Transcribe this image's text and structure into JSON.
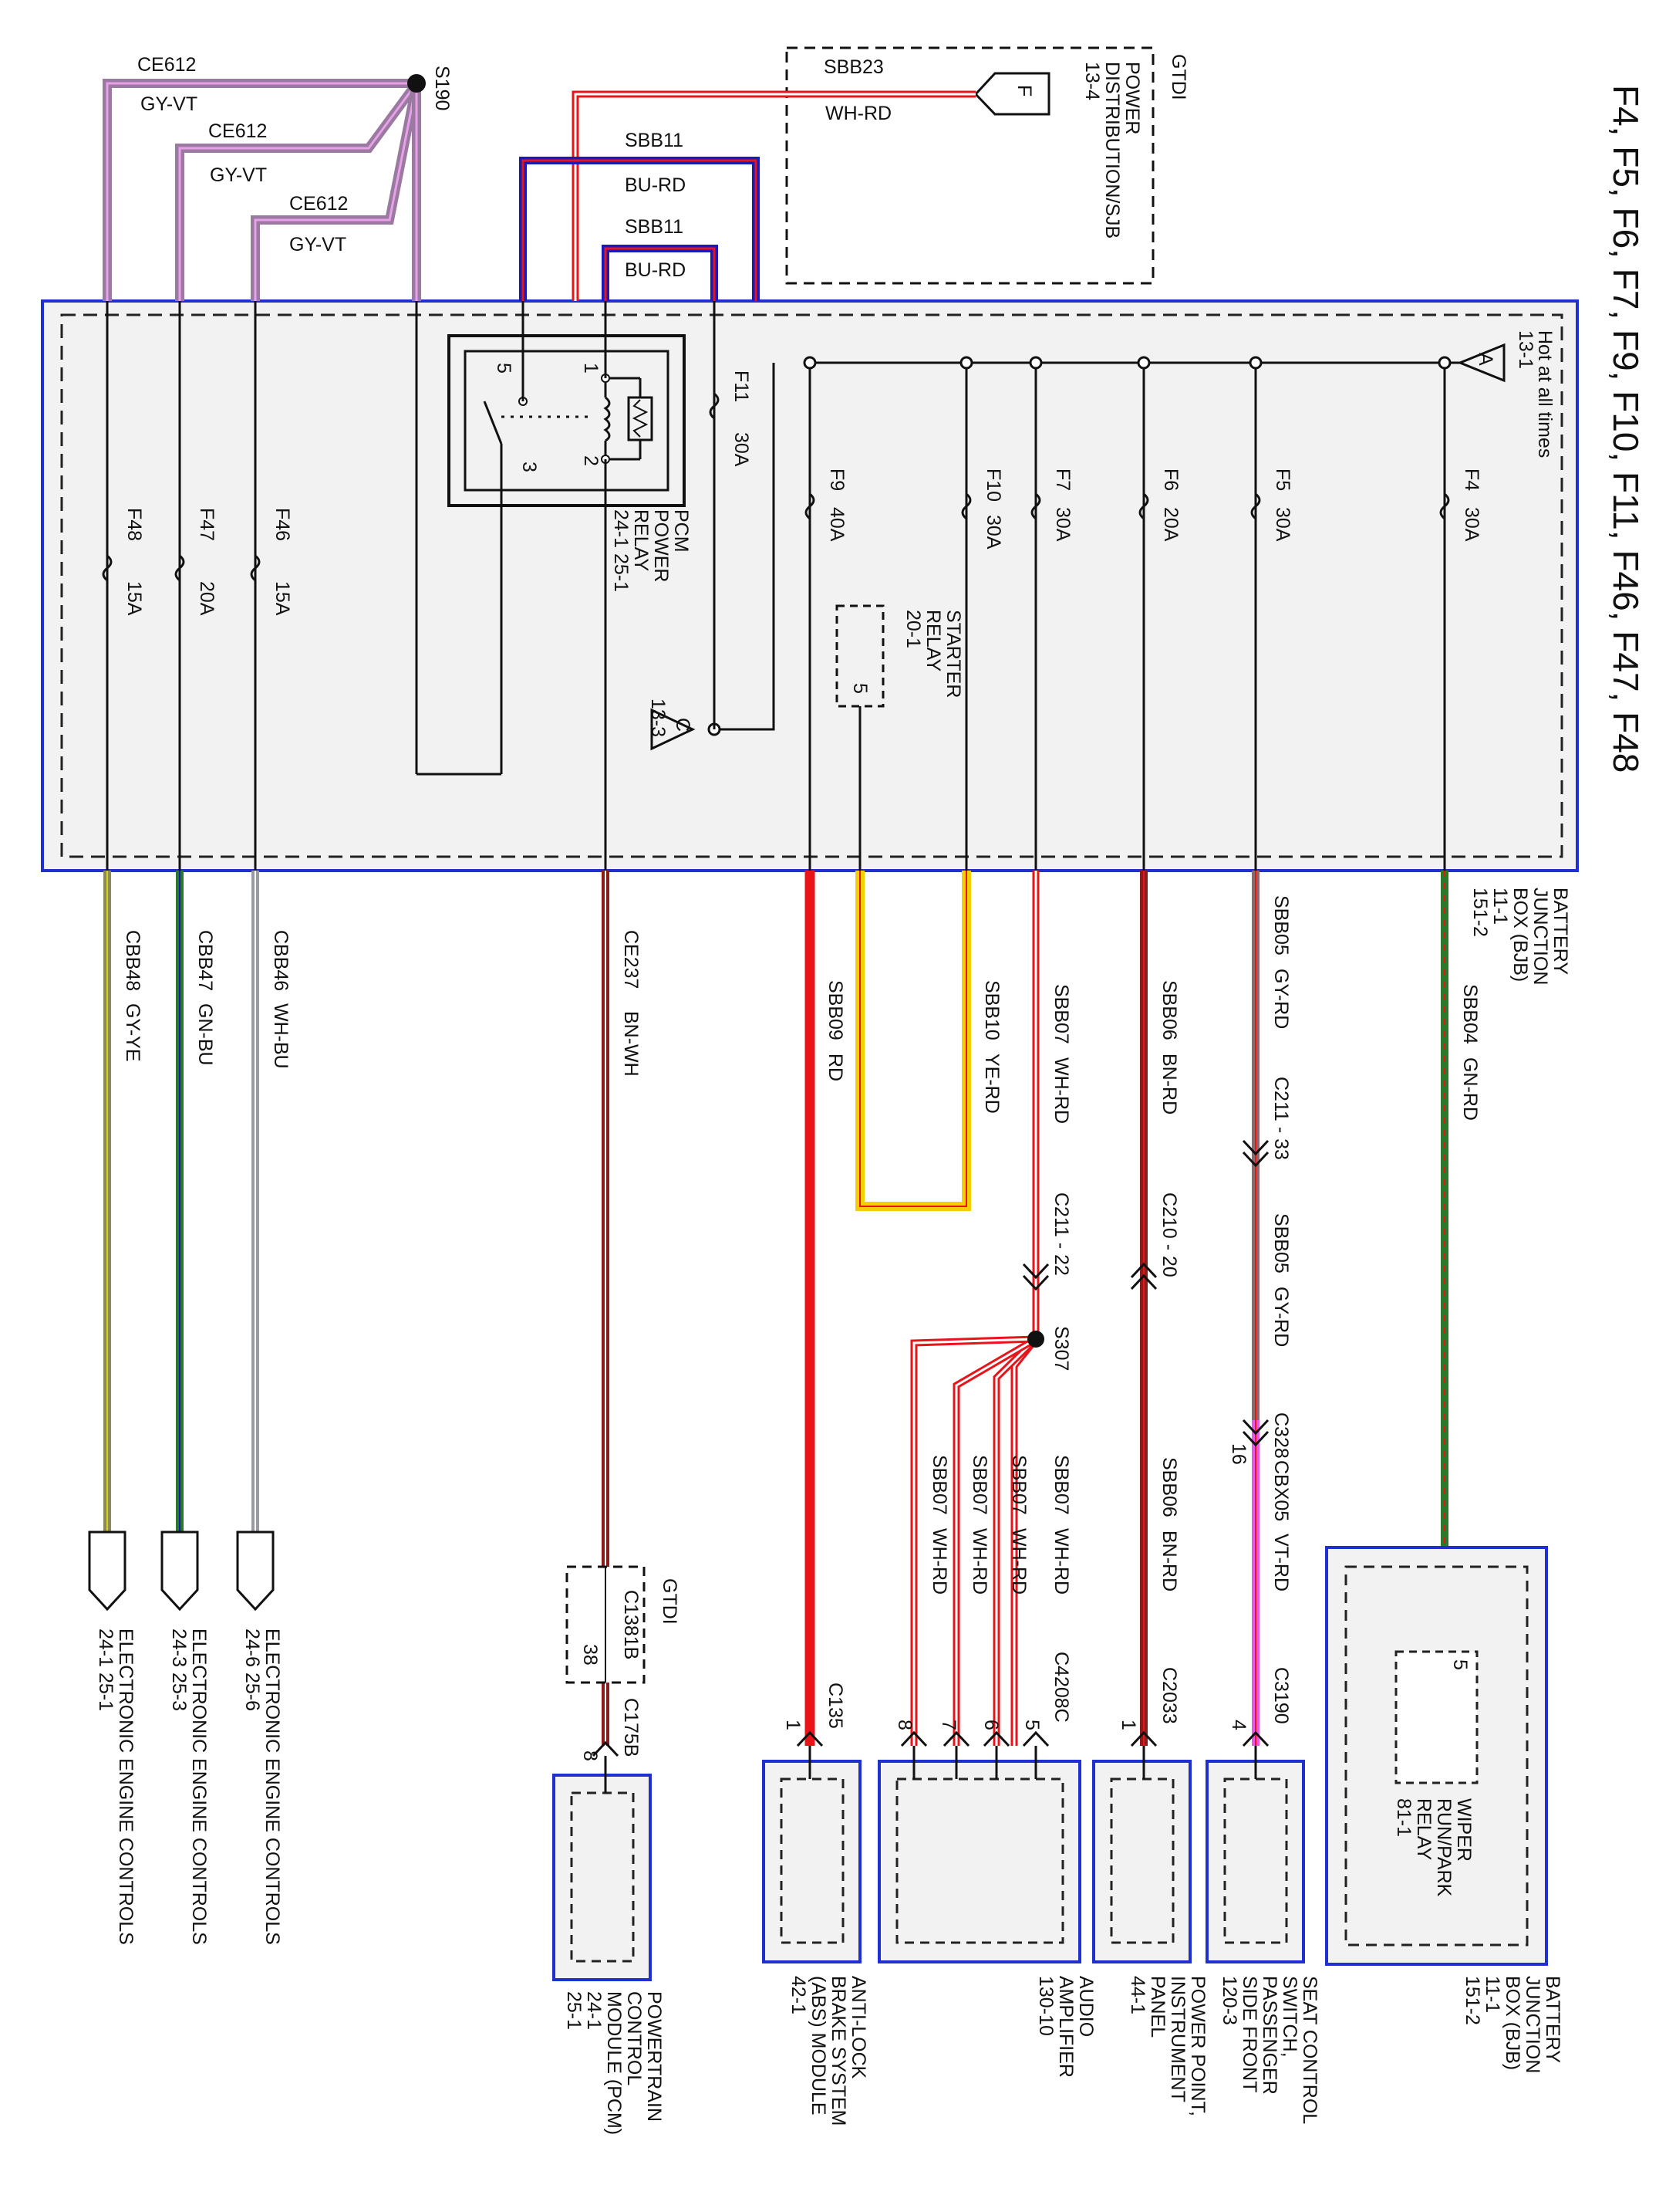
{
  "title": "F4, F5, F6, F7, F9, F10, F11, F46, F47, F48",
  "colors": {
    "page": "#ffffff",
    "box_fill": "#f2f2f2",
    "box_border": "#1f2fd0",
    "wire_black": "#111111",
    "red": "#e8141a",
    "dark_red": "#8a1c1c",
    "yellow": "#f2cf00",
    "violet": "#e67fe6",
    "green": "#2b7a2b",
    "olive": "#8a8a5c",
    "gray": "#9a9aa2",
    "blue": "#1a1ab8",
    "purple_gray": "#b08ab0"
  },
  "bjb": {
    "name_lines": [
      "BATTERY",
      "JUNCTION",
      "BOX (BJB)",
      "11-1",
      "151-2"
    ],
    "hot_label": "Hot at all times",
    "hot_ref": "13-1",
    "hot_conn": "A",
    "bus_c_conn": "C",
    "bus_c_ref": "13-3"
  },
  "fuses": [
    {
      "id": "F4",
      "amps": "30A"
    },
    {
      "id": "F5",
      "amps": "30A"
    },
    {
      "id": "F6",
      "amps": "20A"
    },
    {
      "id": "F7",
      "amps": "30A"
    },
    {
      "id": "F10",
      "amps": "30A"
    },
    {
      "id": "F9",
      "amps": "40A"
    },
    {
      "id": "F11",
      "amps": "30A"
    },
    {
      "id": "F46",
      "amps": "15A"
    },
    {
      "id": "F47",
      "amps": "20A"
    },
    {
      "id": "F48",
      "amps": "15A"
    }
  ],
  "pcm_relay": {
    "lines": [
      "PCM",
      "POWER",
      "RELAY",
      "24-1    25-1"
    ],
    "pins": [
      "1",
      "2",
      "3",
      "5"
    ]
  },
  "starter_relay": {
    "lines": [
      "STARTER",
      "RELAY",
      "20-1"
    ],
    "pin": "5"
  },
  "gtdi_top": {
    "label": "GTDI",
    "lines": [
      "POWER",
      "DISTRIBUTION/SJB",
      "13-4"
    ],
    "conn": "F"
  },
  "top_wires": [
    {
      "circuit": "SBB23",
      "color": "WH-RD"
    },
    {
      "circuit": "SBB11",
      "color": "BU-RD"
    },
    {
      "circuit": "SBB11",
      "color": "BU-RD"
    },
    {
      "circuit": "CE612",
      "color": "GY-VT"
    },
    {
      "circuit": "CE612",
      "color": "GY-VT"
    },
    {
      "circuit": "CE612",
      "color": "GY-VT"
    }
  ],
  "splices": {
    "s190": "S190",
    "s307": "S307"
  },
  "bottom_wires": [
    {
      "circuit": "SBB04",
      "color": "GN-RD"
    },
    {
      "circuit": "SBB05",
      "color": "GY-RD"
    },
    {
      "circuit": "SBB05",
      "color": "GY-RD"
    },
    {
      "circuit": "CBX05",
      "color": "VT-RD"
    },
    {
      "circuit": "SBB06",
      "color": "BN-RD"
    },
    {
      "circuit": "SBB06",
      "color": "BN-RD"
    },
    {
      "circuit": "SBB07",
      "color": "WH-RD"
    },
    {
      "circuit": "SBB07",
      "color": "WH-RD"
    },
    {
      "circuit": "SBB07",
      "color": "WH-RD"
    },
    {
      "circuit": "SBB07",
      "color": "WH-RD"
    },
    {
      "circuit": "SBB07",
      "color": "WH-RD"
    },
    {
      "circuit": "SBB10",
      "color": "YE-RD"
    },
    {
      "circuit": "SBB09",
      "color": "RD"
    },
    {
      "circuit": "CE237",
      "color": "BN-WH"
    },
    {
      "circuit": "CBB46",
      "color": "WH-BU"
    },
    {
      "circuit": "CBB47",
      "color": "GN-BU"
    },
    {
      "circuit": "CBB48",
      "color": "GY-YE"
    }
  ],
  "inline_connectors": [
    {
      "name": "C211 - 33"
    },
    {
      "name": "C328",
      "pin": "16"
    },
    {
      "name": "C210 - 20"
    },
    {
      "name": "C211 - 22"
    }
  ],
  "component_connectors": [
    {
      "name": "C3190",
      "pin": "4"
    },
    {
      "name": "C2033",
      "pin": "1"
    },
    {
      "name": "C4208C",
      "pins": [
        "5",
        "6",
        "7",
        "8"
      ]
    },
    {
      "name": "C135",
      "pin": "1"
    },
    {
      "name": "C175B",
      "pin": "8"
    }
  ],
  "gtdi_bottom": {
    "label": "GTDI",
    "conn": "C1381B",
    "pin": "38"
  },
  "wiper_relay": {
    "pin": "5",
    "lines": [
      "WIPER",
      "RUN/PARK",
      "RELAY",
      "81-1"
    ]
  },
  "components": [
    {
      "key": "bjb2",
      "lines": [
        "BATTERY",
        "JUNCTION",
        "BOX (BJB)",
        "11-1",
        "151-2"
      ]
    },
    {
      "key": "seat",
      "lines": [
        "SEAT CONTROL",
        "SWITCH,",
        "PASSENGER",
        "SIDE FRONT",
        "120-3"
      ]
    },
    {
      "key": "power_point",
      "lines": [
        "POWER POINT,",
        "INSTRUMENT",
        "PANEL",
        "44-1"
      ]
    },
    {
      "key": "audio",
      "lines": [
        "AUDIO",
        "AMPLIFIER",
        "130-10"
      ]
    },
    {
      "key": "abs",
      "lines": [
        "ANTI-LOCK",
        "BRAKE SYSTEM",
        "(ABS) MODULE",
        "42-1"
      ]
    },
    {
      "key": "pcm",
      "lines": [
        "POWERTRAIN",
        "CONTROL",
        "MODULE (PCM)",
        "24-1",
        "25-1"
      ]
    }
  ],
  "eec": [
    {
      "label": "ELECTRONIC ENGINE CONTROLS",
      "ref": "24-6        25-6"
    },
    {
      "label": "ELECTRONIC ENGINE CONTROLS",
      "ref": "24-3        25-3"
    },
    {
      "label": "ELECTRONIC ENGINE CONTROLS",
      "ref": "24-1        25-1"
    }
  ]
}
